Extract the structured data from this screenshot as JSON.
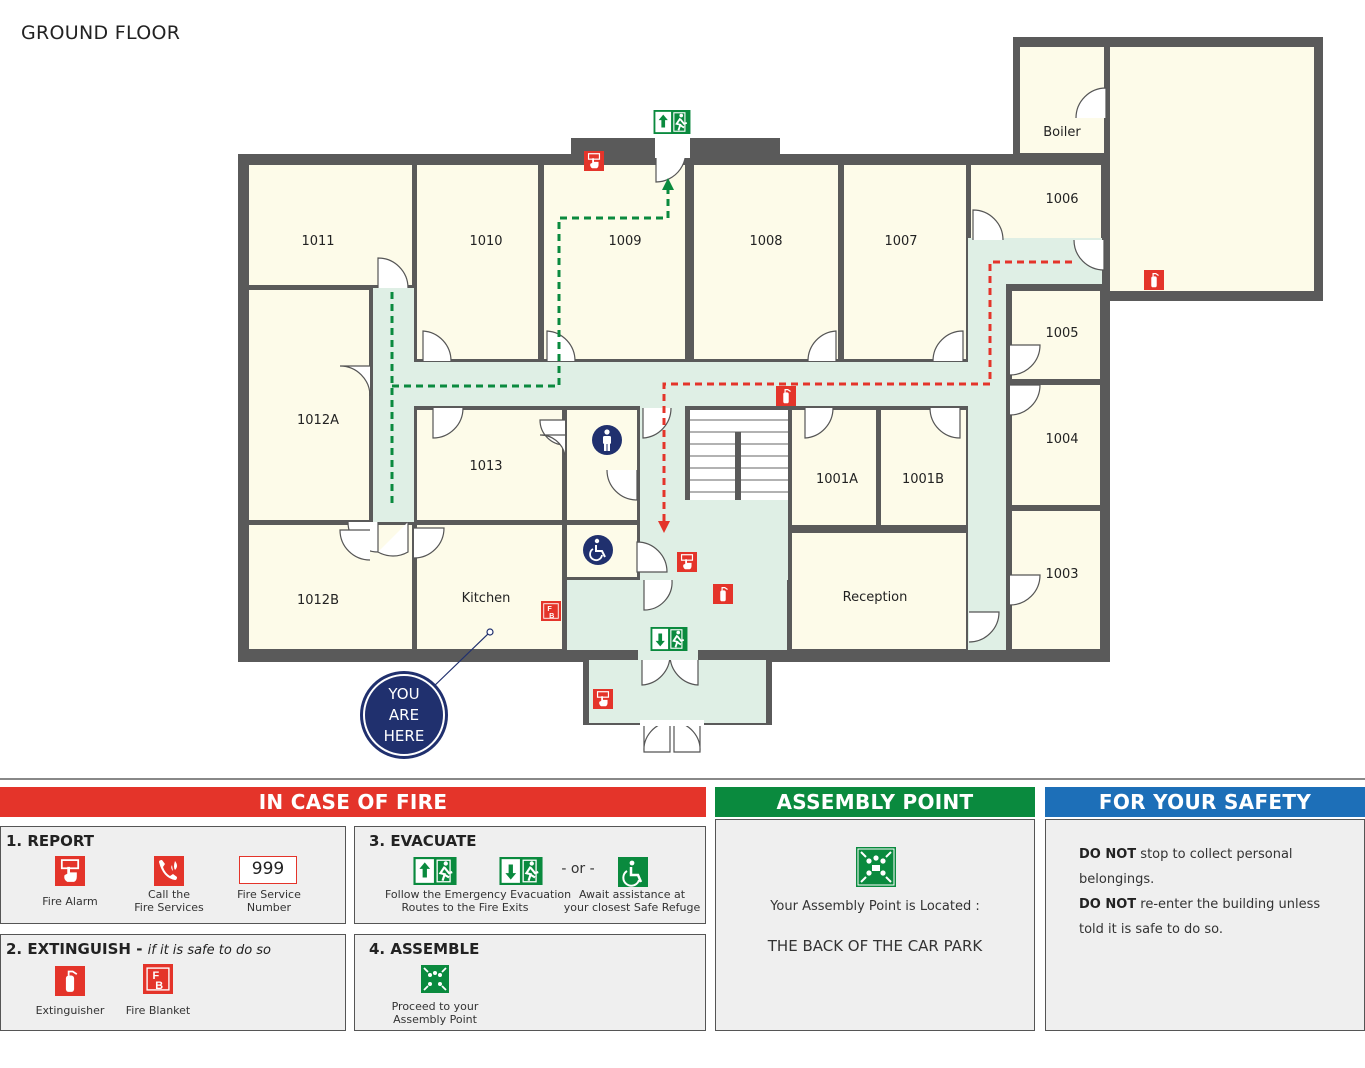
{
  "floor_title": "GROUND FLOOR",
  "rooms": {
    "r1011": "1011",
    "r1010": "1010",
    "r1009": "1009",
    "r1008": "1008",
    "r1007": "1007",
    "r1006": "1006",
    "r1005": "1005",
    "r1004": "1004",
    "r1003": "1003",
    "r1012a": "1012A",
    "r1012b": "1012B",
    "r1013": "1013",
    "r1001a": "1001A",
    "r1001b": "1001B",
    "kitchen": "Kitchen",
    "reception": "Reception",
    "boiler": "Boiler"
  },
  "you_are_here": [
    "YOU",
    "ARE",
    "HERE"
  ],
  "colors": {
    "wall": "#5a5a5a",
    "room": "#fdfbe9",
    "corridor": "#dfefe5",
    "fire_red": "#e4342a",
    "exit_green": "#0a8a3e",
    "safety_blue": "#1d6fb8",
    "you_are_here": "#20306e"
  },
  "fire_section": {
    "heading": "IN CASE OF FIRE",
    "report": {
      "title": "1. REPORT",
      "items": [
        {
          "icon": "fire-alarm-icon",
          "label": "Fire Alarm"
        },
        {
          "icon": "fire-services-icon",
          "label_1": "Call the",
          "label_2": "Fire Services"
        },
        {
          "number": "999",
          "label_1": "Fire Service",
          "label_2": "Number"
        }
      ]
    },
    "extinguish": {
      "title": "2. EXTINGUISH - ",
      "subtitle": "if it is safe to do so",
      "items": [
        {
          "icon": "extinguisher-icon",
          "label": "Extinguisher"
        },
        {
          "icon": "fire-blanket-icon",
          "label": "Fire Blanket"
        }
      ]
    },
    "evacuate": {
      "title": "3. EVACUATE",
      "or": "- or -",
      "follow_1": "Follow the Emergency Evacuation",
      "follow_2": "Routes to the Fire Exits",
      "await_1": "Await assistance at",
      "await_2": "your closest Safe Refuge"
    },
    "assemble": {
      "title": "4. ASSEMBLE",
      "label_1": "Proceed to your",
      "label_2": "Assembly Point"
    }
  },
  "assembly_section": {
    "heading": "ASSEMBLY POINT",
    "located_label": "Your Assembly Point is Located :",
    "location": "THE BACK OF THE CAR PARK"
  },
  "safety_section": {
    "heading": "FOR YOUR SAFETY",
    "line1_bold": "DO NOT",
    "line1_rest": " stop to collect personal",
    "line1_cont": "belongings.",
    "line2_bold": "DO NOT",
    "line2_rest": " re-enter the building unless",
    "line2_cont": "told it is safe to do so."
  }
}
